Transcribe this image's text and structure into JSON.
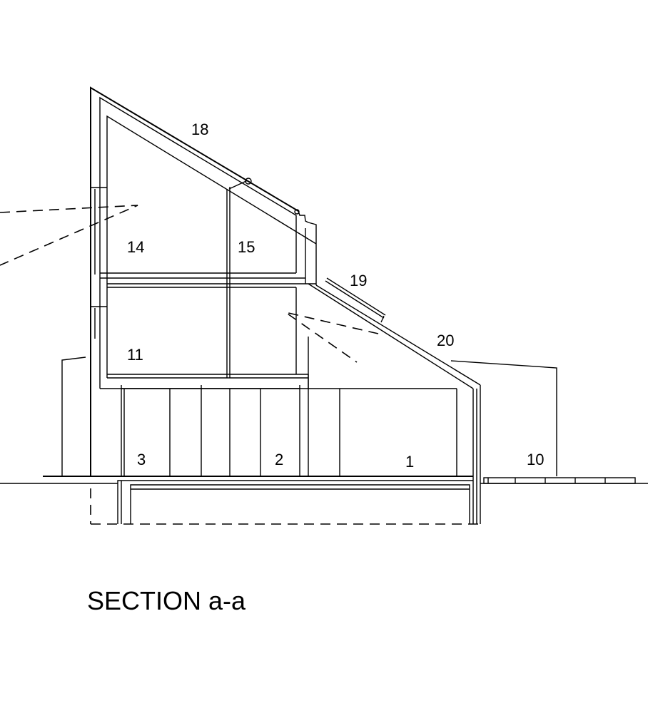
{
  "title": "SECTION a-a",
  "labels": {
    "l18": "18",
    "l14": "14",
    "l15": "15",
    "l19": "19",
    "l20": "20",
    "l11": "11",
    "l3": "3",
    "l2": "2",
    "l1": "1",
    "l10": "10"
  },
  "colors": {
    "ink": "#000000",
    "background": "#ffffff"
  }
}
